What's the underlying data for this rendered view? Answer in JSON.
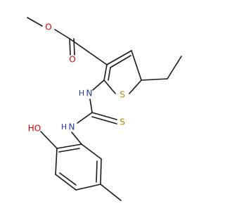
{
  "diagram": {
    "atoms": {
      "o_ester_double": "O",
      "o_ester_single": "O",
      "sulfur_ring": "S",
      "nh_upper": "H",
      "nh_upper_n": "N",
      "nh_lower": "H",
      "nh_lower_n": "N",
      "sulfur_thio": "S",
      "hydroxyl": "HO"
    },
    "colors": {
      "oxygen": "#d40000",
      "nitrogen": "#1f3aa6",
      "sulfur": "#b08a00",
      "bond": "#1a1a1a"
    }
  }
}
